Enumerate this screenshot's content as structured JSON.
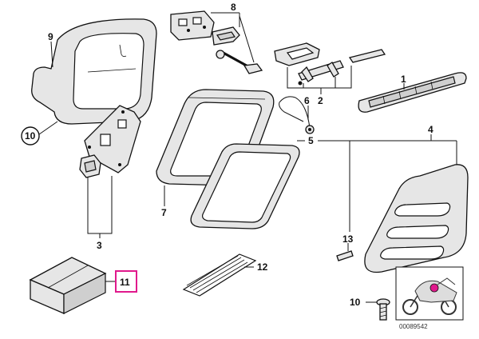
{
  "callouts": {
    "c1": "1",
    "c2": "2",
    "c3": "3",
    "c4": "4",
    "c5": "5",
    "c6": "6",
    "c7": "7",
    "c8": "8",
    "c9": "9",
    "c10_circled": "10",
    "c10": "10",
    "c11": "11",
    "c12": "12",
    "c13": "13"
  },
  "image_ref": "00089542",
  "colors": {
    "highlight": "#e0198c",
    "line": "#111111",
    "part_fill": "#e6e6e6"
  }
}
